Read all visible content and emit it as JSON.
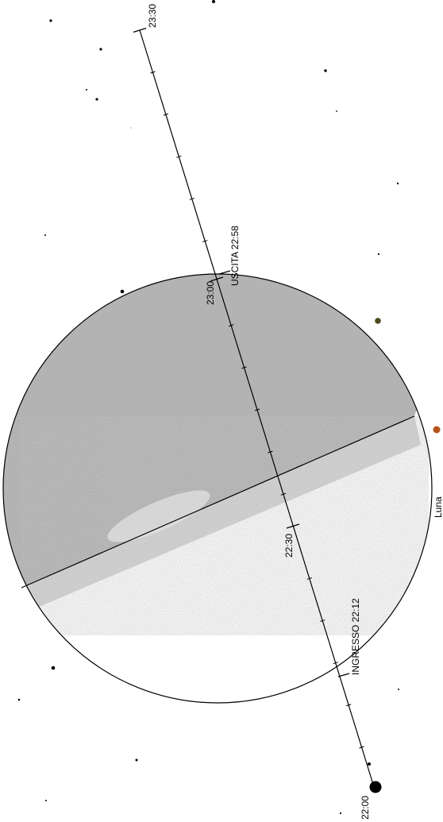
{
  "diagram": {
    "moon_label": "Luna",
    "ingress_label": "INGRESSO 22:12",
    "egress_label": "USCITA 22:58",
    "time_labels": [
      "22:00",
      "22:30",
      "23:00",
      "23:30"
    ],
    "colors": {
      "lit_side": "#ffffff",
      "shadow_side": "#b3b3b3",
      "outline": "#000000",
      "planet_olive": "#4d4a1c",
      "planet_orange": "#b5531a"
    }
  }
}
